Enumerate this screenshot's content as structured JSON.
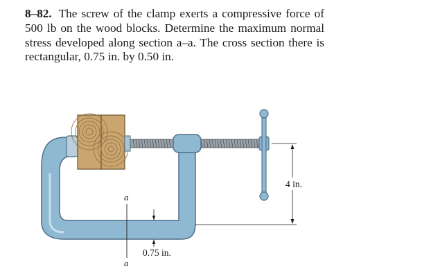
{
  "problem": {
    "number": "8–82.",
    "text": "The screw of the clamp exerts a compressive force of 500 lb on the wood blocks. Determine the maximum normal stress developed along section a–a. The cross section there is rectangular, 0.75 in. by 0.50 in."
  },
  "figure": {
    "dim_height": "4 in.",
    "dim_width": "0.75 in.",
    "section_label_top": "a",
    "section_label_bottom": "a",
    "colors": {
      "clamp": "#8fb8d3",
      "clamp_edge": "#4f6f85",
      "wood": "#c9a56f",
      "wood_ring": "#9c7443",
      "screw": "#9aa3a9"
    }
  }
}
